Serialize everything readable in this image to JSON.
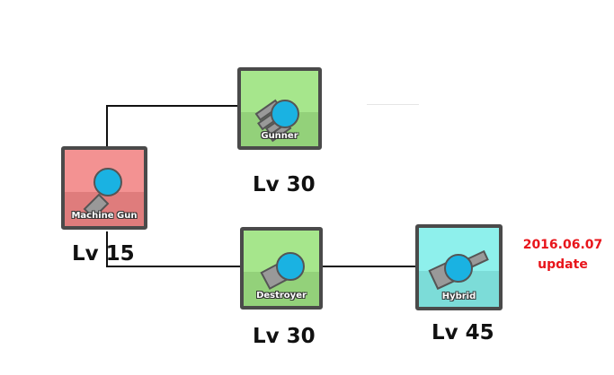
{
  "tree": {
    "machine_gun": {
      "name": "Machine Gun",
      "level": "Lv 15"
    },
    "gunner": {
      "name": "Gunner",
      "level": "Lv 30"
    },
    "destroyer": {
      "name": "Destroyer",
      "level": "Lv 30"
    },
    "hybrid": {
      "name": "Hybrid",
      "level": "Lv 45"
    }
  },
  "note": {
    "date": "2016.06.07",
    "label": "update"
  },
  "colors": {
    "machine_gun_tile": "#f39292",
    "tier_two_tile": "#a6e68c",
    "hybrid_tile": "#8ef0ec",
    "tank_body": "#1ab2e2",
    "barrel": "#999999",
    "note_text": "#e8151b"
  },
  "icons": [
    "machine-gun-tank-icon",
    "gunner-tank-icon",
    "destroyer-tank-icon",
    "hybrid-tank-icon"
  ]
}
